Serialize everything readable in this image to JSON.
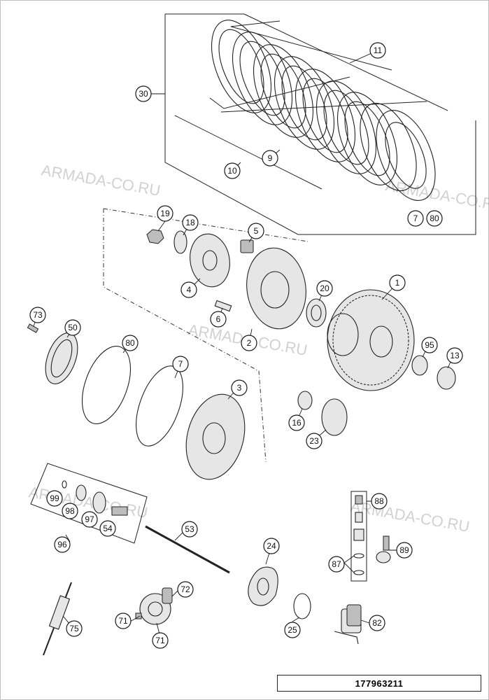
{
  "diagram": {
    "drawing_code": "177963211",
    "watermark": "ARMADA-CO.RU",
    "callouts": [
      "11",
      "30",
      "9",
      "10",
      "7",
      "80",
      "19",
      "18",
      "5",
      "4",
      "1",
      "20",
      "6",
      "2",
      "73",
      "50",
      "80",
      "7",
      "3",
      "95",
      "13",
      "16",
      "23",
      "88",
      "99",
      "98",
      "97",
      "54",
      "96",
      "53",
      "24",
      "87",
      "89",
      "72",
      "75",
      "71",
      "71",
      "25",
      "82"
    ]
  }
}
